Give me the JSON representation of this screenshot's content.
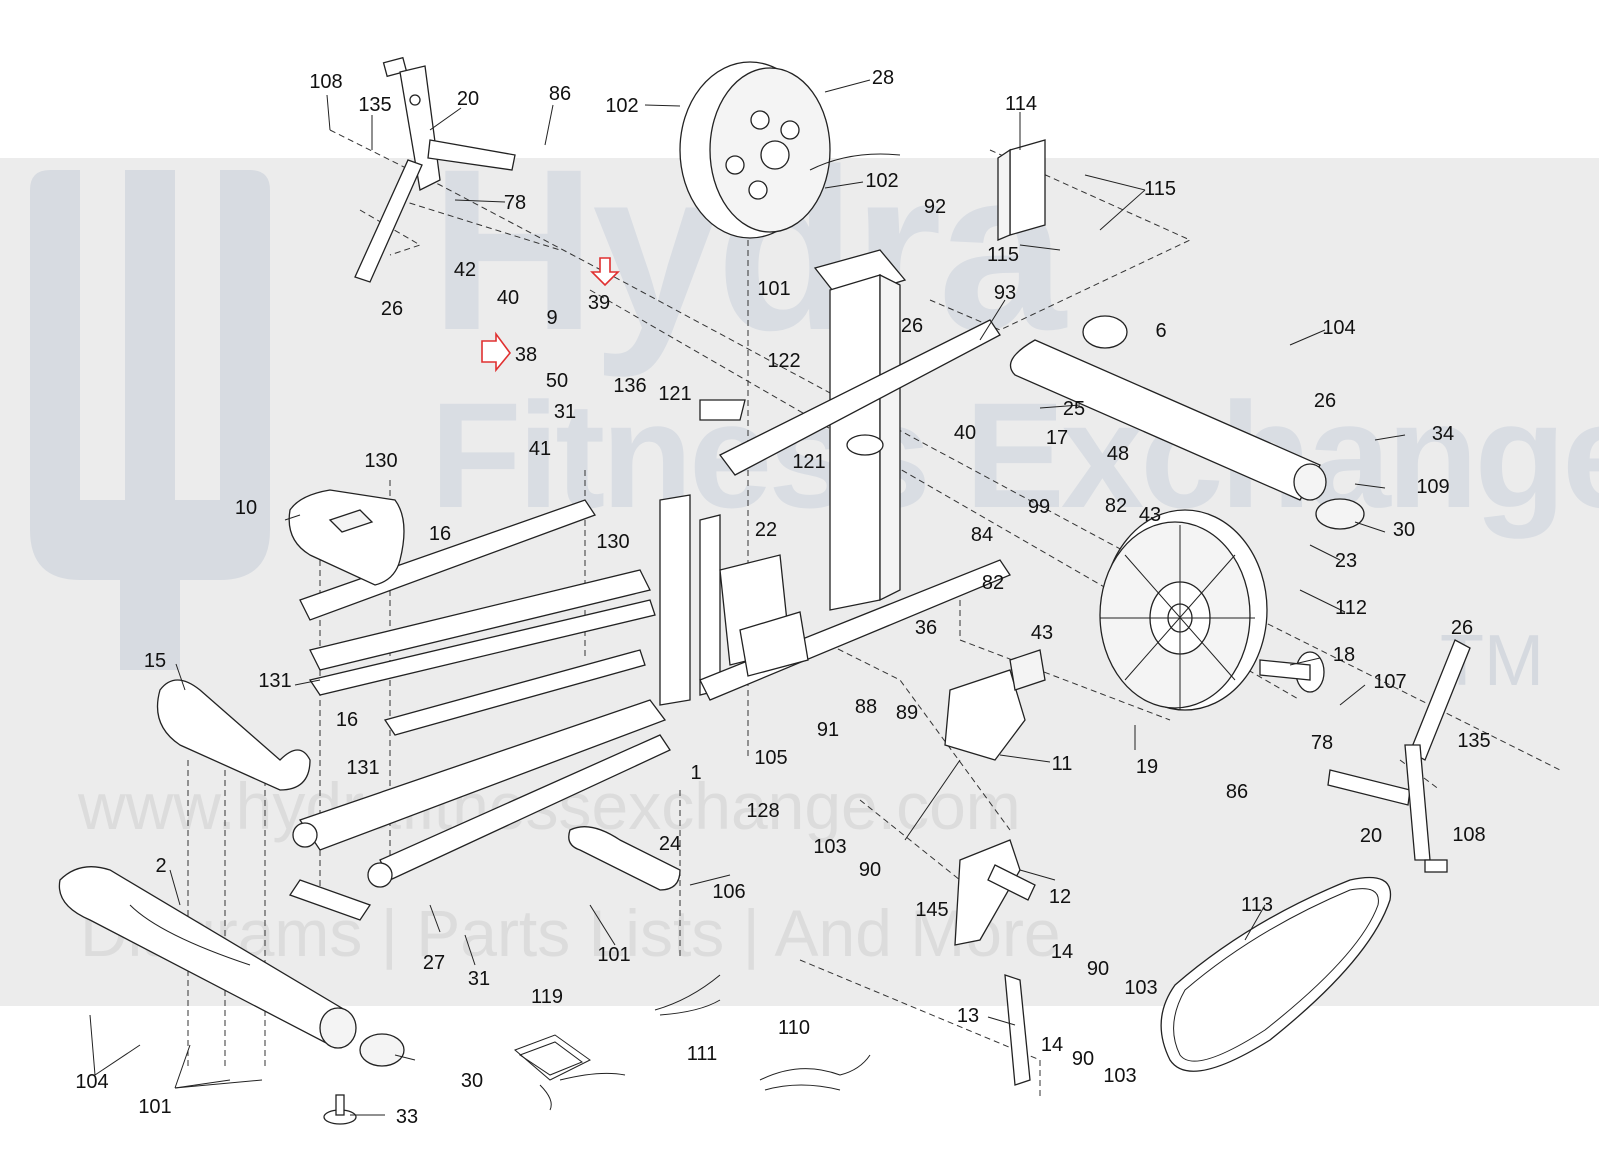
{
  "watermark": {
    "brand_line1": "Hydra",
    "brand_line2": "Fitness Exchange",
    "trademark": "TM",
    "url": "www.hydrafitnessexchange.com",
    "tagline": "Diagrams | Parts Lists | And More",
    "colors": {
      "band": "#ececec",
      "text": "#d9dde3"
    }
  },
  "callouts": [
    {
      "id": "c108a",
      "text": "108"
    },
    {
      "id": "c135a",
      "text": "135"
    },
    {
      "id": "c20a",
      "text": "20"
    },
    {
      "id": "c86a",
      "text": "86"
    },
    {
      "id": "c102a",
      "text": "102"
    },
    {
      "id": "c28",
      "text": "28"
    },
    {
      "id": "c114",
      "text": "114"
    },
    {
      "id": "c102b",
      "text": "102"
    },
    {
      "id": "c92",
      "text": "92"
    },
    {
      "id": "c115a",
      "text": "115"
    },
    {
      "id": "c115b",
      "text": "115"
    },
    {
      "id": "c78a",
      "text": "78"
    },
    {
      "id": "c42",
      "text": "42"
    },
    {
      "id": "c26a",
      "text": "26"
    },
    {
      "id": "c40a",
      "text": "40"
    },
    {
      "id": "c9",
      "text": "9"
    },
    {
      "id": "c39",
      "text": "39"
    },
    {
      "id": "c101a",
      "text": "101"
    },
    {
      "id": "c93",
      "text": "93"
    },
    {
      "id": "c6",
      "text": "6"
    },
    {
      "id": "c104a",
      "text": "104"
    },
    {
      "id": "c38",
      "text": "38"
    },
    {
      "id": "c50",
      "text": "50"
    },
    {
      "id": "c26b",
      "text": "26"
    },
    {
      "id": "c122",
      "text": "122"
    },
    {
      "id": "c136",
      "text": "136"
    },
    {
      "id": "c121a",
      "text": "121"
    },
    {
      "id": "c25",
      "text": "25"
    },
    {
      "id": "c26c",
      "text": "26"
    },
    {
      "id": "c34",
      "text": "34"
    },
    {
      "id": "c31a",
      "text": "31"
    },
    {
      "id": "c41",
      "text": "41"
    },
    {
      "id": "c40b",
      "text": "40"
    },
    {
      "id": "c17",
      "text": "17"
    },
    {
      "id": "c48",
      "text": "48"
    },
    {
      "id": "c130a",
      "text": "130"
    },
    {
      "id": "c121b",
      "text": "121"
    },
    {
      "id": "c109",
      "text": "109"
    },
    {
      "id": "c10",
      "text": "10"
    },
    {
      "id": "c99",
      "text": "99"
    },
    {
      "id": "c82a",
      "text": "82"
    },
    {
      "id": "c43a",
      "text": "43"
    },
    {
      "id": "c130b",
      "text": "130"
    },
    {
      "id": "c16a",
      "text": "16"
    },
    {
      "id": "c22",
      "text": "22"
    },
    {
      "id": "c84",
      "text": "84"
    },
    {
      "id": "c30a",
      "text": "30"
    },
    {
      "id": "c23",
      "text": "23"
    },
    {
      "id": "c82b",
      "text": "82"
    },
    {
      "id": "c112",
      "text": "112"
    },
    {
      "id": "c26d",
      "text": "26"
    },
    {
      "id": "c36",
      "text": "36"
    },
    {
      "id": "c43b",
      "text": "43"
    },
    {
      "id": "c15",
      "text": "15"
    },
    {
      "id": "c18",
      "text": "18"
    },
    {
      "id": "c131a",
      "text": "131"
    },
    {
      "id": "c107",
      "text": "107"
    },
    {
      "id": "c16b",
      "text": "16"
    },
    {
      "id": "c88",
      "text": "88"
    },
    {
      "id": "c89",
      "text": "89"
    },
    {
      "id": "c91",
      "text": "91"
    },
    {
      "id": "c135b",
      "text": "135"
    },
    {
      "id": "c78b",
      "text": "78"
    },
    {
      "id": "c105",
      "text": "105"
    },
    {
      "id": "c131b",
      "text": "131"
    },
    {
      "id": "c11",
      "text": "11"
    },
    {
      "id": "c19",
      "text": "19"
    },
    {
      "id": "c1",
      "text": "1"
    },
    {
      "id": "c86b",
      "text": "86"
    },
    {
      "id": "c128",
      "text": "128"
    },
    {
      "id": "c20b",
      "text": "20"
    },
    {
      "id": "c108b",
      "text": "108"
    },
    {
      "id": "c103a",
      "text": "103"
    },
    {
      "id": "c24",
      "text": "24"
    },
    {
      "id": "c90a",
      "text": "90"
    },
    {
      "id": "c2",
      "text": "2"
    },
    {
      "id": "c145",
      "text": "145"
    },
    {
      "id": "c106",
      "text": "106"
    },
    {
      "id": "c12",
      "text": "12"
    },
    {
      "id": "c113",
      "text": "113"
    },
    {
      "id": "c27",
      "text": "27"
    },
    {
      "id": "c31b",
      "text": "31"
    },
    {
      "id": "c101b",
      "text": "101"
    },
    {
      "id": "c14a",
      "text": "14"
    },
    {
      "id": "c90b",
      "text": "90"
    },
    {
      "id": "c103b",
      "text": "103"
    },
    {
      "id": "c119",
      "text": "119"
    },
    {
      "id": "c13",
      "text": "13"
    },
    {
      "id": "c110",
      "text": "110"
    },
    {
      "id": "c111",
      "text": "111"
    },
    {
      "id": "c104b",
      "text": "104"
    },
    {
      "id": "c14b",
      "text": "14"
    },
    {
      "id": "c90c",
      "text": "90"
    },
    {
      "id": "c103c",
      "text": "103"
    },
    {
      "id": "c30b",
      "text": "30"
    },
    {
      "id": "c101c",
      "text": "101"
    },
    {
      "id": "c33",
      "text": "33"
    }
  ]
}
